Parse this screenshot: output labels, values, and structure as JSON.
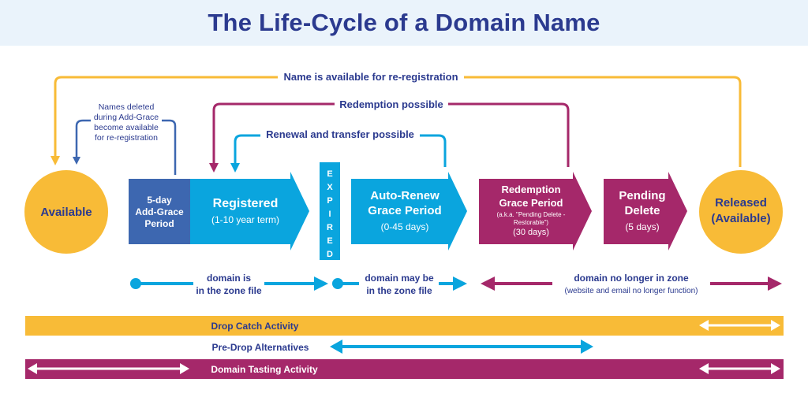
{
  "title": "The Life-Cycle of a Domain Name",
  "colors": {
    "navy": "#2b3a8f",
    "blue": "#0aa5de",
    "dark_blue": "#3d67b0",
    "magenta": "#a5286a",
    "yellow": "#f8bb37",
    "title_bg": "#eaf3fb"
  },
  "flows": {
    "re_registration": "Name is available for re-registration",
    "redemption": "Redemption possible",
    "renewal": "Renewal and transfer possible",
    "add_grace_note": [
      "Names deleted",
      "during Add-Grace",
      "become available",
      "for re-registration"
    ]
  },
  "stages": {
    "available": "Available",
    "add_grace": [
      "5-day",
      "Add-Grace",
      "Period"
    ],
    "registered": {
      "title": "Registered",
      "sub": "(1-10 year term)"
    },
    "expired": [
      "E",
      "X",
      "P",
      "I",
      "R",
      "E",
      "D"
    ],
    "auto_renew": {
      "title": [
        "Auto-Renew",
        "Grace Period"
      ],
      "sub": "(0-45 days)"
    },
    "redemption": {
      "title": [
        "Redemption",
        "Grace Period"
      ],
      "note": [
        "(a.k.a. \"Pending Delete -",
        "Restorable\")"
      ],
      "sub": "(30 days)"
    },
    "pending_delete": {
      "title": [
        "Pending",
        "Delete"
      ],
      "sub": "(5 days)"
    },
    "released": [
      "Released",
      "(Available)"
    ]
  },
  "zone": {
    "in_zone": [
      "domain is",
      "in the zone file"
    ],
    "may_be": [
      "domain may be",
      "in the zone file"
    ],
    "no_longer": "domain no longer in zone",
    "no_longer_sub": "(website and email no longer function)"
  },
  "bars": {
    "drop_catch": "Drop Catch Activity",
    "pre_drop": "Pre-Drop Alternatives",
    "tasting": "Domain Tasting Activity"
  }
}
